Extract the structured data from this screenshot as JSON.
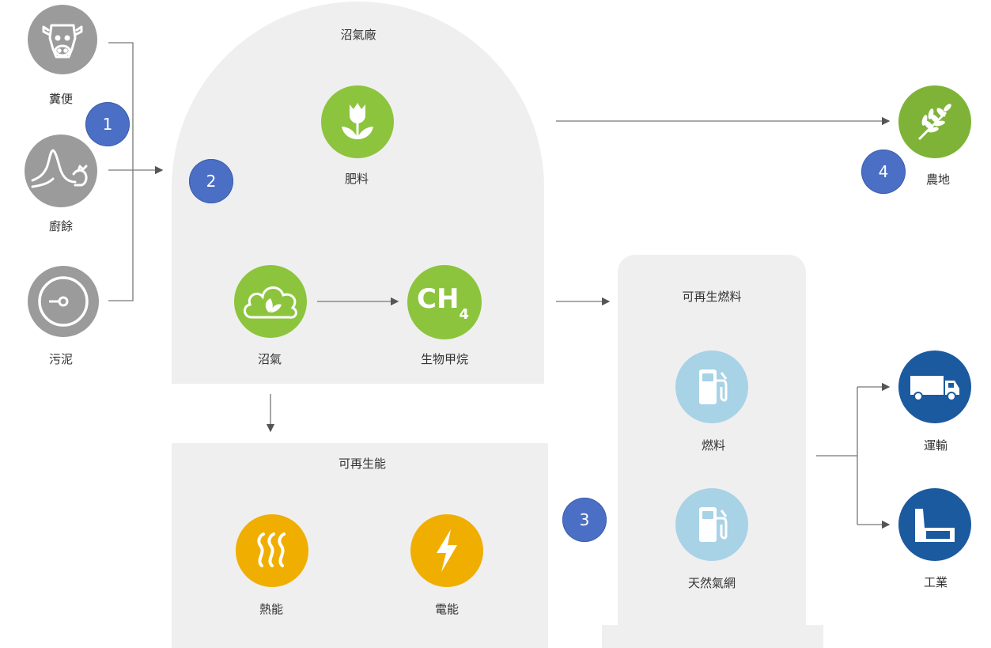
{
  "inputs": {
    "manure": "糞便",
    "food_waste": "廚餘",
    "sludge": "污泥"
  },
  "plant": {
    "title": "沼氣廠",
    "fertilizer": "肥料",
    "biogas": "沼氣",
    "biomethane": "生物甲烷",
    "ch4_text": "CH",
    "ch4_sub": "4"
  },
  "farmland": "農地",
  "renewable_energy": {
    "title": "可再生能",
    "heat": "熱能",
    "electricity": "電能"
  },
  "renewable_fuel": {
    "title": "可再生燃料",
    "fuel": "燃料",
    "gas_grid": "天然氣網"
  },
  "outputs": {
    "transport": "運輸",
    "industry": "工業"
  },
  "steps": {
    "s1": "1",
    "s2": "2",
    "s3": "3",
    "s4": "4"
  },
  "colors": {
    "input_gray": "#9b9b9b",
    "plant_green": "#8cc43d",
    "farm_green": "#7eb338",
    "energy_yellow": "#f0ae00",
    "fuel_lightblue": "#a8d2e6",
    "output_blue": "#1c5aa0",
    "step_blue": "#4a6fc4",
    "panel_bg": "#efefef"
  }
}
